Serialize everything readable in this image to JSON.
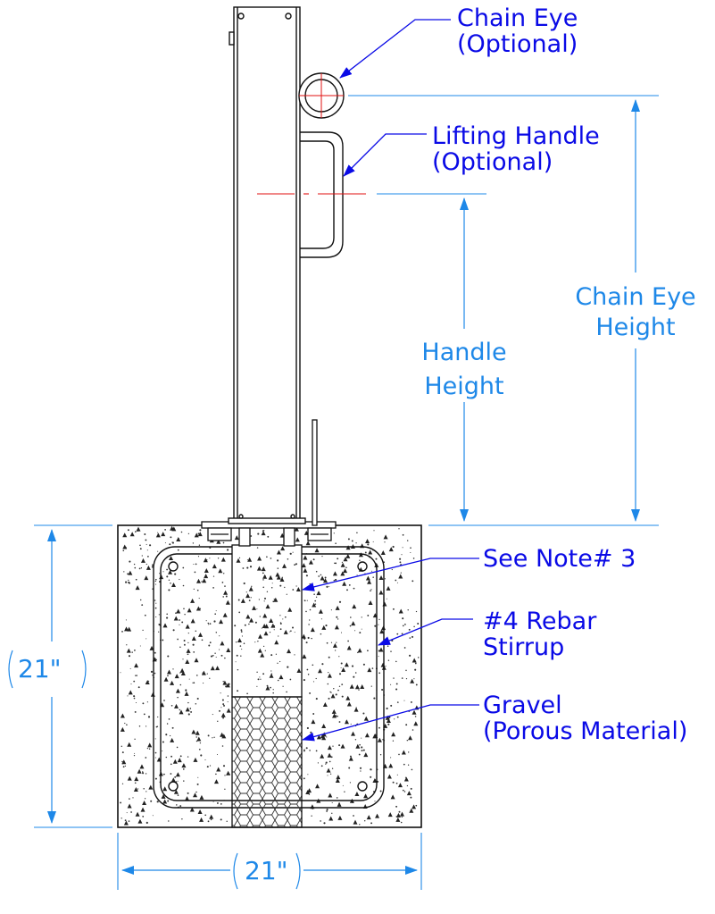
{
  "colors": {
    "callout": "#0a0ae6",
    "dimension": "#1e88e8",
    "centerline": "#e01010",
    "outline": "#111111"
  },
  "callouts": {
    "chain_eye": [
      "Chain Eye",
      "(Optional)"
    ],
    "lifting_handle": [
      "Lifting Handle",
      "(Optional)"
    ],
    "see_note": "See Note# 3",
    "rebar_stirrup": [
      "#4 Rebar",
      "Stirrup"
    ],
    "gravel": [
      "Gravel",
      "(Porous Material)"
    ]
  },
  "dimensions": {
    "chain_eye_height": [
      "Chain Eye",
      "Height"
    ],
    "handle_height": [
      "Handle",
      "Height"
    ],
    "footing_height": "21\"",
    "footing_width": "21\""
  }
}
